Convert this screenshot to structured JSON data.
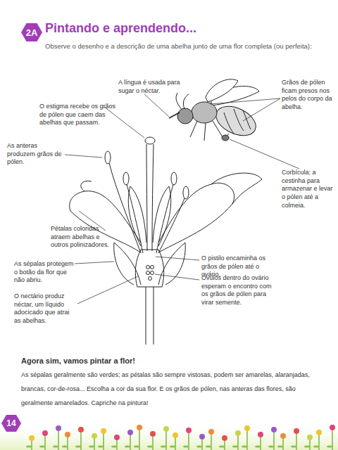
{
  "diagram": {
    "title": "Pintando e aprendendo...",
    "nodes": [
      {
        "text": [
          "2A"
        ]
      },
      {
        "text": [
          "14"
        ]
      }
    ],
    "labels": [
      "Observe o desenho e a descrição de uma abelha junto de uma flor completa (ou perfeita):",
      "A língua é usada para sugar o néctar.",
      "Grãos de pólen ficam presos nos pelos do corpo da abelha.",
      "O estigma recebe os grãos de pólen que caem das abelhas que passam.",
      "As anteras produzem grãos de pólen.",
      "Corbícula: a cestinha para armazenar e levar o pólen até a colmeia.",
      "Pétalas coloridas atraem abelhas e outros polinizadores.",
      "As sépalas protegem o botão da flor que não abriu.",
      "O nectário produz néctar, um líquido adocicado que atrai as abelhas.",
      "O pistilo encaminha os grãos de pólen até o ovário.",
      "Óvulos dentro do ovário esperam o encontro com os grãos de pólen para virar semente.",
      "Agora sim, vamos pintar a flor!",
      "As sépalas geralmente são verdes; as pétalas são sempre vistosas, podem ser amarelas, alaranjadas, brancas, cor-de-rosa... Escolha a cor da sua flor. E os grãos de pólen, nas anteras das flores, são geralmente amarelados. Capriche na pintura!"
    ]
  }
}
